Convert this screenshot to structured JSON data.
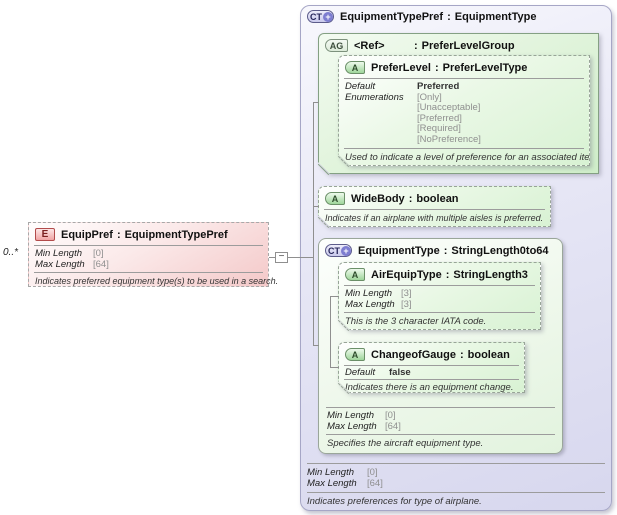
{
  "diagram": {
    "colors": {
      "element_fill": "#f4c9c9",
      "attribute_fill": "#d8f2d3",
      "complex_type_fill": "#d7d7ee"
    },
    "connector": {
      "toggle_glyph": "−"
    },
    "element": {
      "multiplicity": "0..*",
      "icon": "E",
      "name": "EquipPref",
      "sep": ":",
      "type": "EquipmentTypePref",
      "facets": [
        {
          "label": "Min Length",
          "value": "[0]"
        },
        {
          "label": "Max Length",
          "value": "[64]"
        }
      ],
      "annotation": "Indicates preferred equipment type(s) to be used in a search."
    },
    "complex_type": {
      "icon": "CT",
      "plus": "+",
      "name": "EquipmentTypePref",
      "sep": ":",
      "type": "EquipmentType",
      "attribute_group": {
        "icon": "AG",
        "name": "<Ref>",
        "sep": ":",
        "type": "PreferLevelGroup",
        "attribute": {
          "icon": "A",
          "name": "PreferLevel",
          "sep": ":",
          "type": "PreferLevelType",
          "default_label": "Default",
          "default_value": "Preferred",
          "enum_label": "Enumerations",
          "enums": [
            "[Only]",
            "[Unacceptable]",
            "[Preferred]",
            "[Required]",
            "[NoPreference]"
          ],
          "annotation": "Used to indicate a level of preference for an associated item."
        }
      },
      "widebody": {
        "icon": "A",
        "name": "WideBody",
        "sep": ":",
        "type": "boolean",
        "annotation": "Indicates if an airplane with multiple aisles is preferred."
      },
      "equipment_type": {
        "icon": "CT",
        "plus": "+",
        "name": "EquipmentType",
        "sep": ":",
        "type": "StringLength0to64",
        "air_equip": {
          "icon": "A",
          "name": "AirEquipType",
          "sep": ":",
          "type": "StringLength3",
          "facets": [
            {
              "label": "Min Length",
              "value": "[3]"
            },
            {
              "label": "Max Length",
              "value": "[3]"
            }
          ],
          "annotation": "This is the 3 character IATA code."
        },
        "change_of_gauge": {
          "icon": "A",
          "name": "ChangeofGauge",
          "sep": ":",
          "type": "boolean",
          "default_label": "Default",
          "default_value": "false",
          "annotation": "Indicates there is an equipment change."
        },
        "footer": {
          "facets": [
            {
              "label": "Min Length",
              "value": "[0]"
            },
            {
              "label": "Max Length",
              "value": "[64]"
            }
          ],
          "annotation": "Specifies the aircraft equipment type."
        }
      },
      "footer": {
        "facets": [
          {
            "label": "Min Length",
            "value": "[0]"
          },
          {
            "label": "Max Length",
            "value": "[64]"
          }
        ],
        "annotation": "Indicates preferences for type of airplane."
      }
    }
  }
}
